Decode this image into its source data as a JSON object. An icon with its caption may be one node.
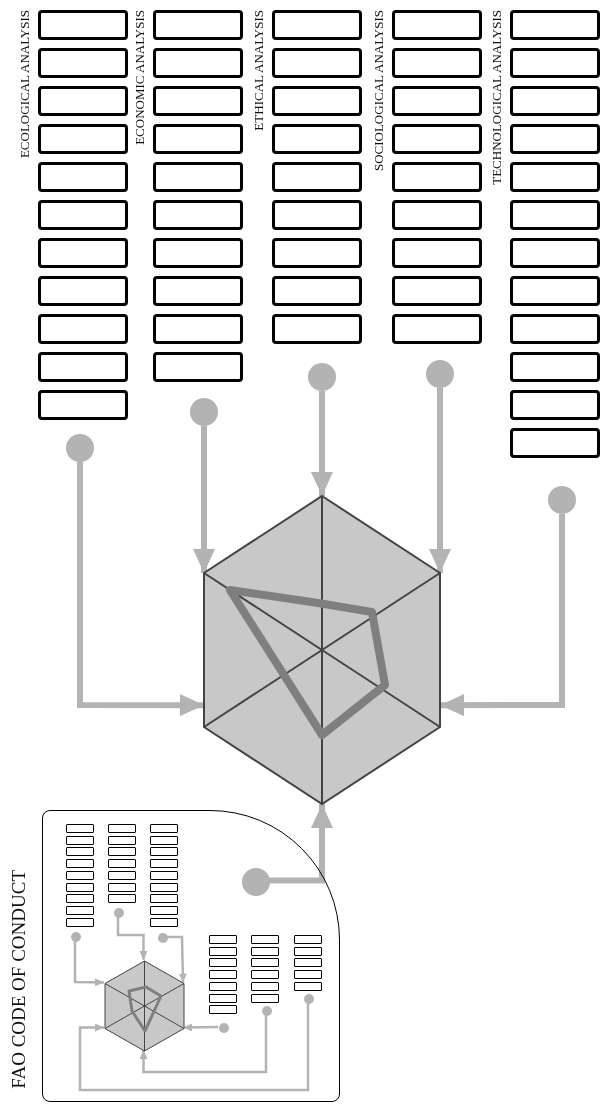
{
  "diagram": {
    "nodes": [
      {
        "text": [],
        "shape": "box"
      },
      {
        "text": [],
        "shape": "box"
      },
      {
        "text": [],
        "shape": "box"
      },
      {
        "text": [],
        "shape": "box"
      },
      {
        "text": [],
        "shape": "box"
      },
      {
        "text": [],
        "shape": "box"
      },
      {
        "text": [],
        "shape": "box"
      },
      {
        "text": [],
        "shape": "box"
      },
      {
        "text": [],
        "shape": "box"
      },
      {
        "text": [],
        "shape": "box"
      },
      {
        "text": [],
        "shape": "box"
      },
      {
        "text": [],
        "shape": "box"
      },
      {
        "text": [],
        "shape": "box"
      },
      {
        "text": [],
        "shape": "box"
      },
      {
        "text": [],
        "shape": "box"
      },
      {
        "text": [],
        "shape": "box"
      },
      {
        "text": [],
        "shape": "box"
      },
      {
        "text": [],
        "shape": "box"
      },
      {
        "text": [],
        "shape": "box"
      },
      {
        "text": [],
        "shape": "box"
      },
      {
        "text": [],
        "shape": "box"
      },
      {
        "text": [],
        "shape": "box"
      },
      {
        "text": [],
        "shape": "box"
      },
      {
        "text": [],
        "shape": "box"
      },
      {
        "text": [],
        "shape": "box"
      },
      {
        "text": [],
        "shape": "box"
      },
      {
        "text": [],
        "shape": "box"
      },
      {
        "text": [],
        "shape": "box"
      },
      {
        "text": [],
        "shape": "box"
      },
      {
        "text": [],
        "shape": "box"
      },
      {
        "text": [],
        "shape": "box"
      },
      {
        "text": [],
        "shape": "box"
      },
      {
        "text": [],
        "shape": "box"
      },
      {
        "text": [],
        "shape": "box"
      },
      {
        "text": [],
        "shape": "box"
      },
      {
        "text": [],
        "shape": "box"
      },
      {
        "text": [],
        "shape": "box"
      },
      {
        "text": [],
        "shape": "box"
      },
      {
        "text": [],
        "shape": "box"
      },
      {
        "text": [],
        "shape": "box"
      },
      {
        "text": [],
        "shape": "box"
      },
      {
        "text": [],
        "shape": "box"
      },
      {
        "text": [],
        "shape": "box"
      },
      {
        "text": [],
        "shape": "box"
      },
      {
        "text": [],
        "shape": "box"
      },
      {
        "text": [],
        "shape": "box"
      },
      {
        "text": [],
        "shape": "box"
      },
      {
        "text": [],
        "shape": "box"
      },
      {
        "text": [],
        "shape": "box"
      },
      {
        "text": [],
        "shape": "box"
      },
      {
        "text": [],
        "shape": "box"
      },
      {
        "text": [],
        "shape": "circle"
      },
      {
        "text": [],
        "shape": "circle"
      },
      {
        "text": [],
        "shape": "circle"
      },
      {
        "text": [],
        "shape": "circle"
      },
      {
        "text": [],
        "shape": "circle"
      },
      {
        "text": [],
        "shape": "hexagon"
      },
      {
        "text": [
          "FAO CODE OF CONDUCT"
        ]
      },
      {
        "text": [],
        "shape": "circle",
        "in": 57
      },
      {
        "text": [],
        "shape": "box",
        "in": 57
      },
      {
        "text": [],
        "shape": "box",
        "in": 57
      },
      {
        "text": [],
        "shape": "box",
        "in": 57
      },
      {
        "text": [],
        "shape": "box",
        "in": 57
      },
      {
        "text": [],
        "shape": "box",
        "in": 57
      },
      {
        "text": [],
        "shape": "box",
        "in": 57
      },
      {
        "text": [],
        "shape": "box",
        "in": 57
      },
      {
        "text": [],
        "shape": "box",
        "in": 57
      },
      {
        "text": [],
        "shape": "box",
        "in": 57
      },
      {
        "text": [],
        "shape": "box",
        "in": 57
      },
      {
        "text": [],
        "shape": "box",
        "in": 57
      },
      {
        "text": [],
        "shape": "box",
        "in": 57
      },
      {
        "text": [],
        "shape": "box",
        "in": 57
      },
      {
        "text": [],
        "shape": "box",
        "in": 57
      },
      {
        "text": [],
        "shape": "box",
        "in": 57
      },
      {
        "text": [],
        "shape": "box",
        "in": 57
      },
      {
        "text": [],
        "shape": "box",
        "in": 57
      },
      {
        "text": [],
        "shape": "box",
        "in": 57
      },
      {
        "text": [],
        "shape": "box",
        "in": 57
      },
      {
        "text": [],
        "shape": "box",
        "in": 57
      },
      {
        "text": [],
        "shape": "box",
        "in": 57
      },
      {
        "text": [],
        "shape": "box",
        "in": 57
      },
      {
        "text": [],
        "shape": "box",
        "in": 57
      },
      {
        "text": [],
        "shape": "box",
        "in": 57
      },
      {
        "text": [],
        "shape": "box",
        "in": 57
      },
      {
        "text": [],
        "shape": "box",
        "in": 57
      },
      {
        "text": [],
        "shape": "box",
        "in": 57
      },
      {
        "text": [],
        "shape": "box",
        "in": 57
      },
      {
        "text": [],
        "shape": "box",
        "in": 57
      },
      {
        "text": [],
        "shape": "box",
        "in": 57
      },
      {
        "text": [],
        "shape": "box",
        "in": 57
      },
      {
        "text": [],
        "shape": "box",
        "in": 57
      },
      {
        "text": [],
        "shape": "box",
        "in": 57
      },
      {
        "text": [],
        "shape": "box",
        "in": 57
      },
      {
        "text": [],
        "shape": "box",
        "in": 57
      },
      {
        "text": [],
        "shape": "box",
        "in": 57
      },
      {
        "text": [],
        "shape": "box",
        "in": 57
      },
      {
        "text": [],
        "shape": "box",
        "in": 57
      },
      {
        "text": [],
        "shape": "box",
        "in": 57
      },
      {
        "text": [],
        "shape": "box",
        "in": 57
      },
      {
        "text": [],
        "shape": "box",
        "in": 57
      },
      {
        "text": [],
        "shape": "box",
        "in": 57
      },
      {
        "text": [],
        "shape": "box",
        "in": 57
      },
      {
        "text": [],
        "shape": "circle",
        "in": 57
      },
      {
        "text": [],
        "shape": "circle",
        "in": 57
      },
      {
        "text": [],
        "shape": "circle",
        "in": 57
      },
      {
        "text": [],
        "shape": "circle",
        "in": 57
      },
      {
        "text": [],
        "shape": "circle",
        "in": 57
      },
      {
        "text": [],
        "shape": "circle",
        "in": 57
      },
      {
        "text": [],
        "shape": "hexagon",
        "in": 57
      }
    ],
    "edges": [
      {
        "from": 51,
        "to": 56,
        "arrow": "to",
        "style": "thick"
      },
      {
        "from": 52,
        "to": 56,
        "arrow": "to",
        "style": "thick"
      },
      {
        "from": 53,
        "to": 56,
        "arrow": "to",
        "style": "thick"
      },
      {
        "from": 54,
        "to": 56,
        "arrow": "to",
        "style": "thick"
      },
      {
        "from": 55,
        "to": 56,
        "arrow": "to",
        "style": "thick"
      },
      {
        "from": 58,
        "to": 56,
        "arrow": "to",
        "style": "thick"
      },
      {
        "from": 102,
        "to": 108,
        "arrow": "to"
      },
      {
        "from": 103,
        "to": 108,
        "arrow": "to"
      },
      {
        "from": 104,
        "to": 108,
        "arrow": "to"
      },
      {
        "from": 105,
        "to": 108,
        "arrow": "to"
      },
      {
        "from": 106,
        "to": 108,
        "arrow": "to"
      },
      {
        "from": 107,
        "to": 108,
        "arrow": "to"
      }
    ],
    "labels": [
      "ECOLOGICAL ANALYSIS",
      "ECONOMIC ANALYSIS",
      "ETHICAL ANALYSIS",
      "SOCIOLOGICAL ANALYSIS",
      "TECHNOLOGICAL ANALYSIS"
    ]
  }
}
